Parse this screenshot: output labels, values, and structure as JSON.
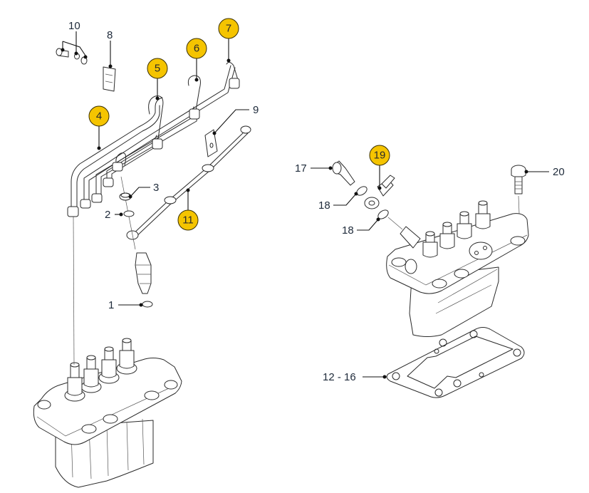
{
  "diagram": {
    "type": "exploded-parts-view",
    "subject": "fuel injection pump and injection lines",
    "highlight_color": "#F5C400",
    "callouts": [
      {
        "id": "c10",
        "label": "10",
        "highlighted": false
      },
      {
        "id": "c8",
        "label": "8",
        "highlighted": false
      },
      {
        "id": "c5",
        "label": "5",
        "highlighted": true
      },
      {
        "id": "c6",
        "label": "6",
        "highlighted": true
      },
      {
        "id": "c7",
        "label": "7",
        "highlighted": true
      },
      {
        "id": "c4",
        "label": "4",
        "highlighted": true
      },
      {
        "id": "c9",
        "label": "9",
        "highlighted": false
      },
      {
        "id": "c3",
        "label": "3",
        "highlighted": false
      },
      {
        "id": "c2",
        "label": "2",
        "highlighted": false
      },
      {
        "id": "c11",
        "label": "11",
        "highlighted": true
      },
      {
        "id": "c1",
        "label": "1",
        "highlighted": false
      },
      {
        "id": "c17",
        "label": "17",
        "highlighted": false
      },
      {
        "id": "c19",
        "label": "19",
        "highlighted": true
      },
      {
        "id": "c18a",
        "label": "18",
        "highlighted": false
      },
      {
        "id": "c18b",
        "label": "18",
        "highlighted": false
      },
      {
        "id": "c20",
        "label": "20",
        "highlighted": false
      },
      {
        "id": "c12_16",
        "label": "12 - 16",
        "highlighted": false
      }
    ]
  }
}
